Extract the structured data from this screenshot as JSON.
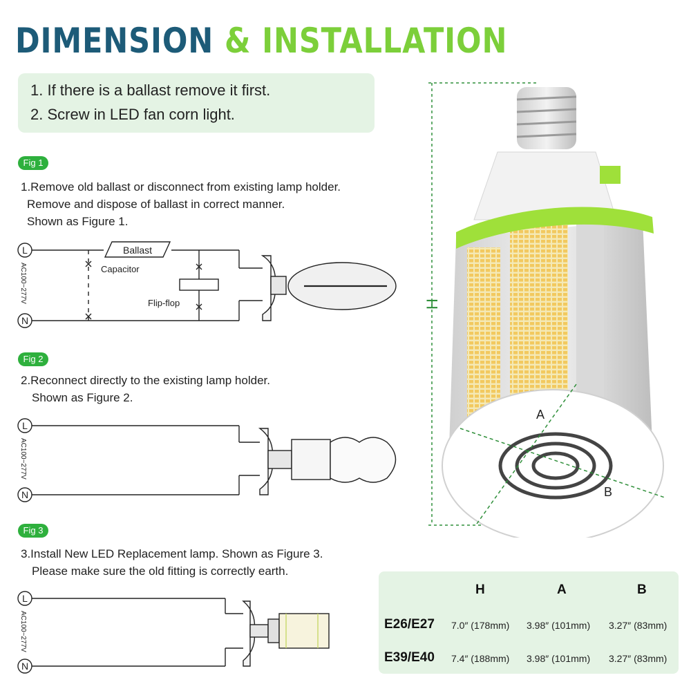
{
  "header": {
    "title_part1": "DIMENSION",
    "title_part2": "& INSTALLATION"
  },
  "steps": [
    "1. If there is a ballast remove it first.",
    "2. Screw in LED fan corn light."
  ],
  "figures": [
    {
      "badge": "Fig 1",
      "lines": [
        "1.Remove old ballast or disconnect from existing lamp holder.",
        "Remove and dispose of ballast in correct manner.",
        "Shown as Figure 1."
      ]
    },
    {
      "badge": "Fig 2",
      "lines": [
        "2.Reconnect directly to the existing lamp holder.",
        "Shown as Figure 2."
      ]
    },
    {
      "badge": "Fig 3",
      "lines": [
        "3.Install New LED Replacement lamp. Shown as Figure 3.",
        "Please make sure the old fitting is correctly earth."
      ]
    }
  ],
  "diagram": {
    "terminal_l": "L",
    "terminal_n": "N",
    "voltage": "AC100~277V",
    "ballast": "Ballast",
    "capacitor": "Capacitor",
    "flipflop": "Flip-flop"
  },
  "dimension_labels": {
    "height": "H",
    "a": "A",
    "b": "B"
  },
  "table": {
    "headers": [
      "H",
      "A",
      "B"
    ],
    "rows": [
      {
        "model": "E26/E27",
        "values": [
          "7.0″ (178mm)",
          "3.98″ (101mm)",
          "3.27″ (83mm)"
        ]
      },
      {
        "model": "E39/E40",
        "values": [
          "7.4″ (188mm)",
          "3.98″ (101mm)",
          "3.27″ (83mm)"
        ]
      }
    ]
  },
  "colors": {
    "title_blue": "#1d5b78",
    "title_green": "#7ccf3a",
    "badge_green": "#2eb03d",
    "panel_green": "#e4f3e4"
  }
}
